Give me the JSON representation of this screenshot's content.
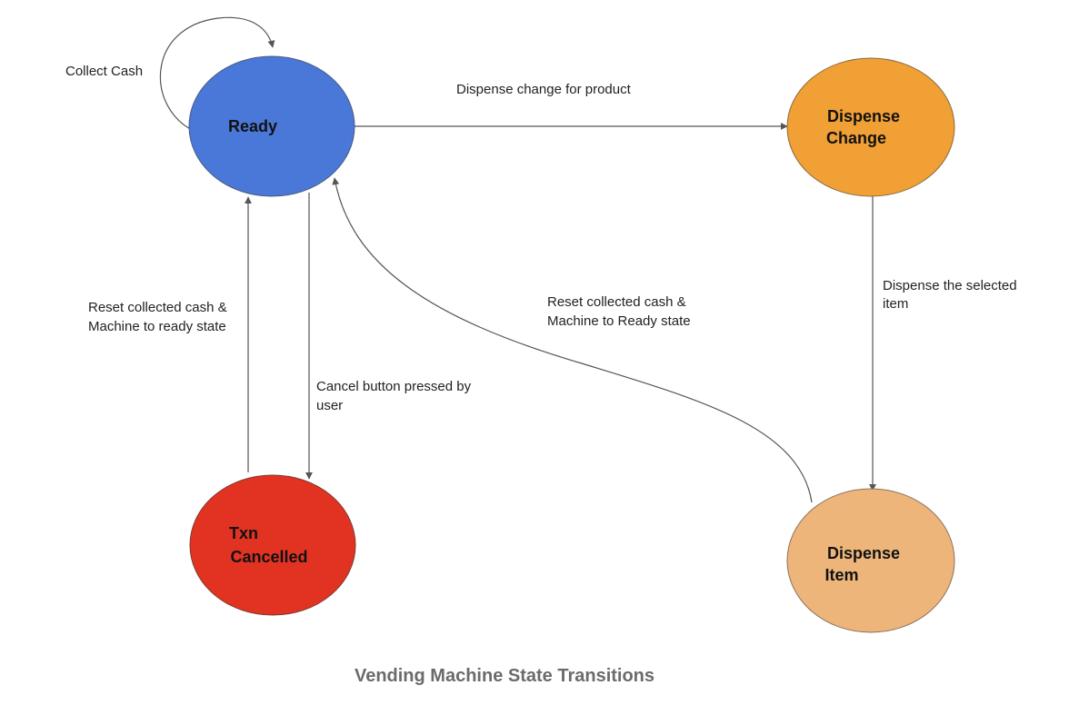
{
  "caption": "Vending Machine State Transitions",
  "colors": {
    "ready": "#4a78d8",
    "dispense_change": "#f0a035",
    "txn_cancelled": "#e23322",
    "dispense_item": "#edb57a",
    "edge": "#555555"
  },
  "states": {
    "ready": {
      "label": "Ready"
    },
    "dispense_change": {
      "line1": "Dispense",
      "line2": "Change"
    },
    "txn_cancelled": {
      "line1": "Txn",
      "line2": "Cancelled"
    },
    "dispense_item": {
      "line1": "Dispense",
      "line2": "Item"
    }
  },
  "transitions": {
    "collect_cash": "Collect Cash",
    "dispense_change_for_product": "Dispense change for product",
    "dispense_selected_item": {
      "line1": "Dispense the selected",
      "line2": "item"
    },
    "reset_from_cancelled": {
      "line1": "Reset collected cash &",
      "line2": "Machine to ready state"
    },
    "cancel_button": {
      "line1": "Cancel button pressed by",
      "line2": "user"
    },
    "reset_from_item": {
      "line1": "Reset collected cash &",
      "line2": "Machine to Ready state"
    }
  }
}
